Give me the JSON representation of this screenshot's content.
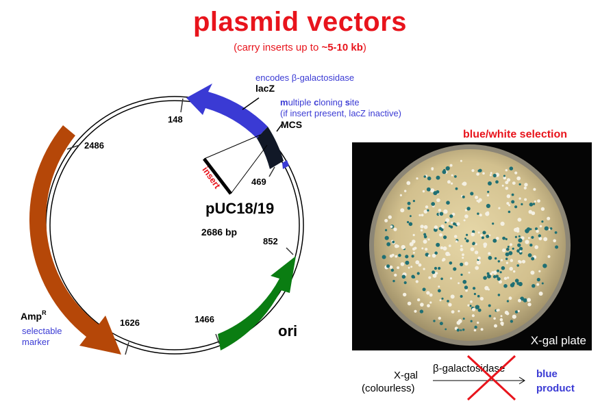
{
  "title": "plasmid vectors",
  "subtitle": {
    "prefix": "(carry inserts up to ",
    "bold": "~5-10 kb",
    "suffix": ")"
  },
  "plasmid": {
    "name": "pUC18/19",
    "size": "2686 bp",
    "positions": {
      "p148": "148",
      "p469": "469",
      "p852": "852",
      "p1466": "1466",
      "p1626": "1626",
      "p2486": "2486"
    },
    "insert_label": "insert",
    "lacz": {
      "description_prefix": "encodes ",
      "description_beta": "β",
      "description_suffix": "-galactosidase",
      "name": "lacZ"
    },
    "mcs": {
      "m": "m",
      "ultiple": "ultiple ",
      "c": "c",
      "loning": "loning ",
      "s": "s",
      "ite": "ite",
      "note": "(if insert present, lacZ inactive)",
      "name": "MCS"
    },
    "ampr": {
      "name": "Amp",
      "superscript": "R",
      "line1": "selectable",
      "line2": "marker"
    },
    "ori": "ori"
  },
  "selection": {
    "title": "blue/white selection",
    "photo_caption": "X-gal plate"
  },
  "reaction": {
    "substrate": "X-gal",
    "substrate_note": "(colourless)",
    "enzyme": "β-galactosidase",
    "product_line1": "blue",
    "product_line2": "product"
  },
  "colors": {
    "title_red": "#e8141c",
    "lacz_blue": "#3a3ad4",
    "amp_brown": "#b54708",
    "ori_green": "#0a7d12",
    "mcs_black": "#111827",
    "label_blue": "#3a3ad4"
  }
}
